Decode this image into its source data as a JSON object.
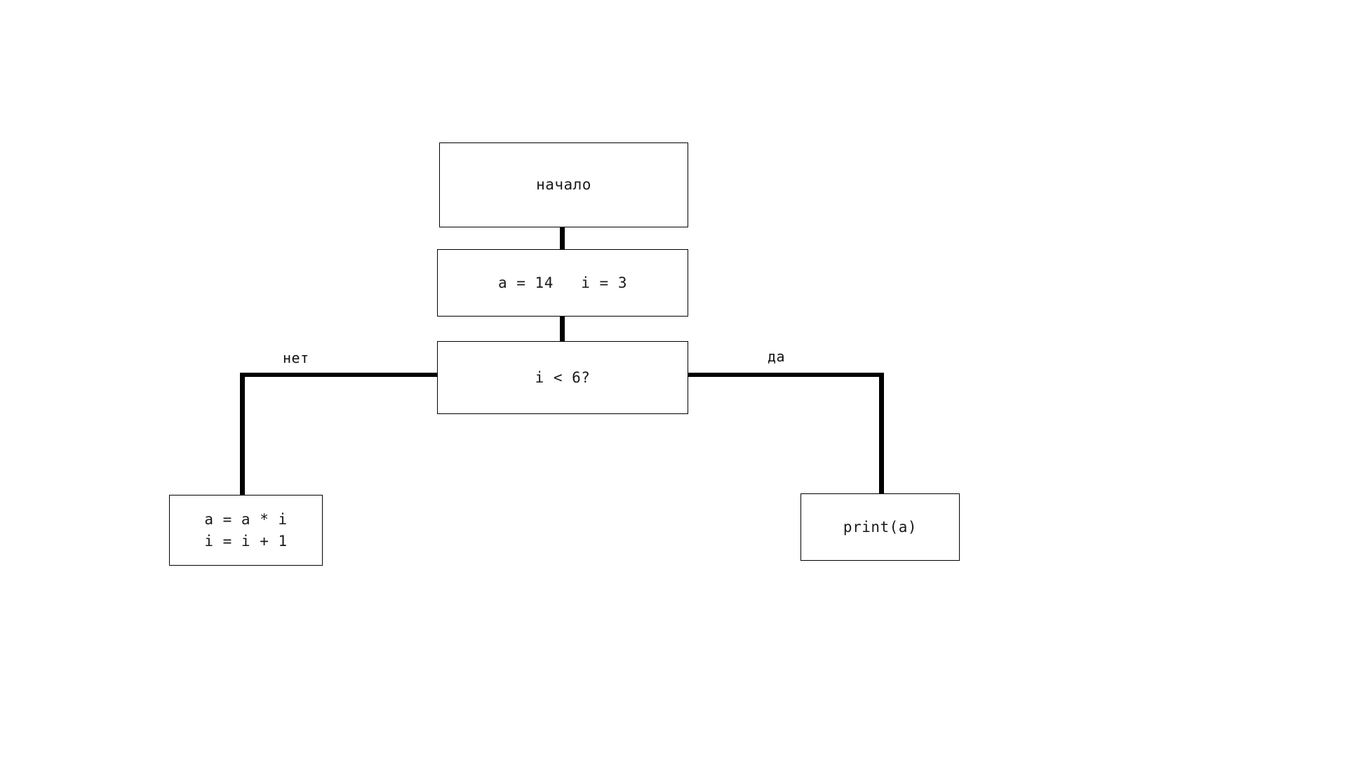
{
  "diagram": {
    "title": "flowchart",
    "language": "ru",
    "background_color": "#ffffff",
    "line_color": "#000000",
    "text_color": "#1a1a1a"
  },
  "nodes": {
    "start": {
      "label": "начало",
      "shape": "rectangle",
      "role": "terminator-start"
    },
    "init": {
      "label": "a = 14   i = 3",
      "shape": "rectangle",
      "role": "process-initialize"
    },
    "condition": {
      "label": "i < 6?",
      "shape": "rectangle",
      "role": "decision"
    },
    "loop_body": {
      "label": "a = a * i\ni = i + 1",
      "line1": "a = a * i",
      "line2": "i = i + 1",
      "shape": "rectangle",
      "role": "process-loop-body"
    },
    "output": {
      "label": "print(a)",
      "shape": "rectangle",
      "role": "process-output"
    }
  },
  "edges": {
    "no_label": "нет",
    "yes_label": "да"
  }
}
